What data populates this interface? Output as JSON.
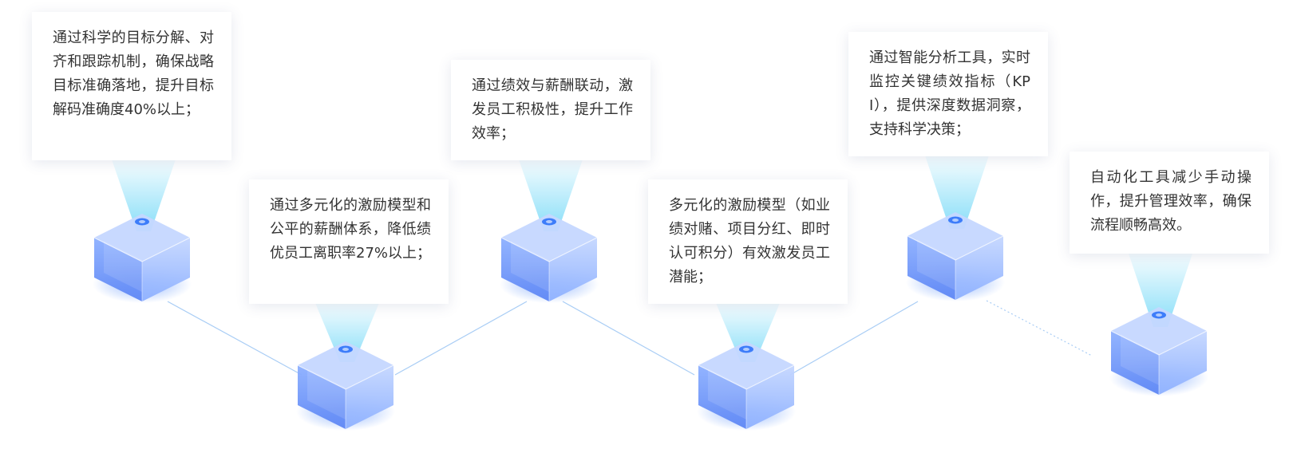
{
  "steps": [
    {
      "text": "通过科学的目标分解、对齐和跟踪机制，确保战略目标准确落地，提升目标解码准确度40%以上；"
    },
    {
      "text": "通过多元化的激励模型和公平的薪酬体系，降低绩优员工离职率27%以上；"
    },
    {
      "text": "通过绩效与薪酬联动，激发员工积极性，提升工作效率；"
    },
    {
      "text": "多元化的激励模型（如业绩对赌、项目分红、即时认可积分）有效激发员工潜能；"
    },
    {
      "text": "通过智能分析工具，实时监控关键绩效指标（KPI），提供深度数据洞察，支持科学决策；"
    },
    {
      "text": "自动化工具减少手动操作，提升管理效率，确保流程顺畅高效。"
    }
  ],
  "colors": {
    "cube_light": "#c5d7ff",
    "cube_mid": "#8db0ff",
    "cube_dark": "#5d86f5",
    "glow": "#3d7dfa",
    "beam": "#5fd3f6",
    "line": "#a9cdf5"
  }
}
